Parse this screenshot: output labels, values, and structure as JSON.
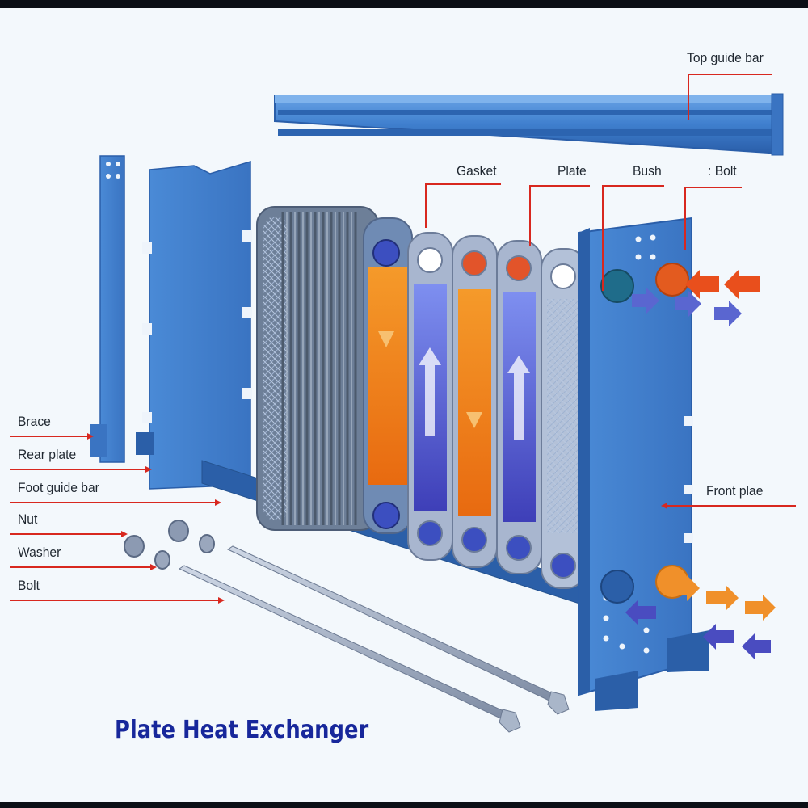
{
  "diagram": {
    "title": "Plate Heat Exchanger",
    "labels": {
      "top_guide_bar": "Top guide bar",
      "gasket": "Gasket",
      "plate": "Plate",
      "bush": "Bush",
      "bolt_top": ": Bolt",
      "front_plate": "Front plae",
      "brace": "Brace",
      "rear_plate": "Rear plate",
      "foot_guide_bar": "Foot guide bar",
      "nut": "Nut",
      "washer": "Washer",
      "bolt_left": "Bolt"
    },
    "colors": {
      "leader_line": "#d8281f",
      "frame_blue": "#3f7fce",
      "frame_dark": "#2b5fa8",
      "hot": "#ef7a1a",
      "cold": "#5a4fc8",
      "title": "#17279b"
    }
  }
}
